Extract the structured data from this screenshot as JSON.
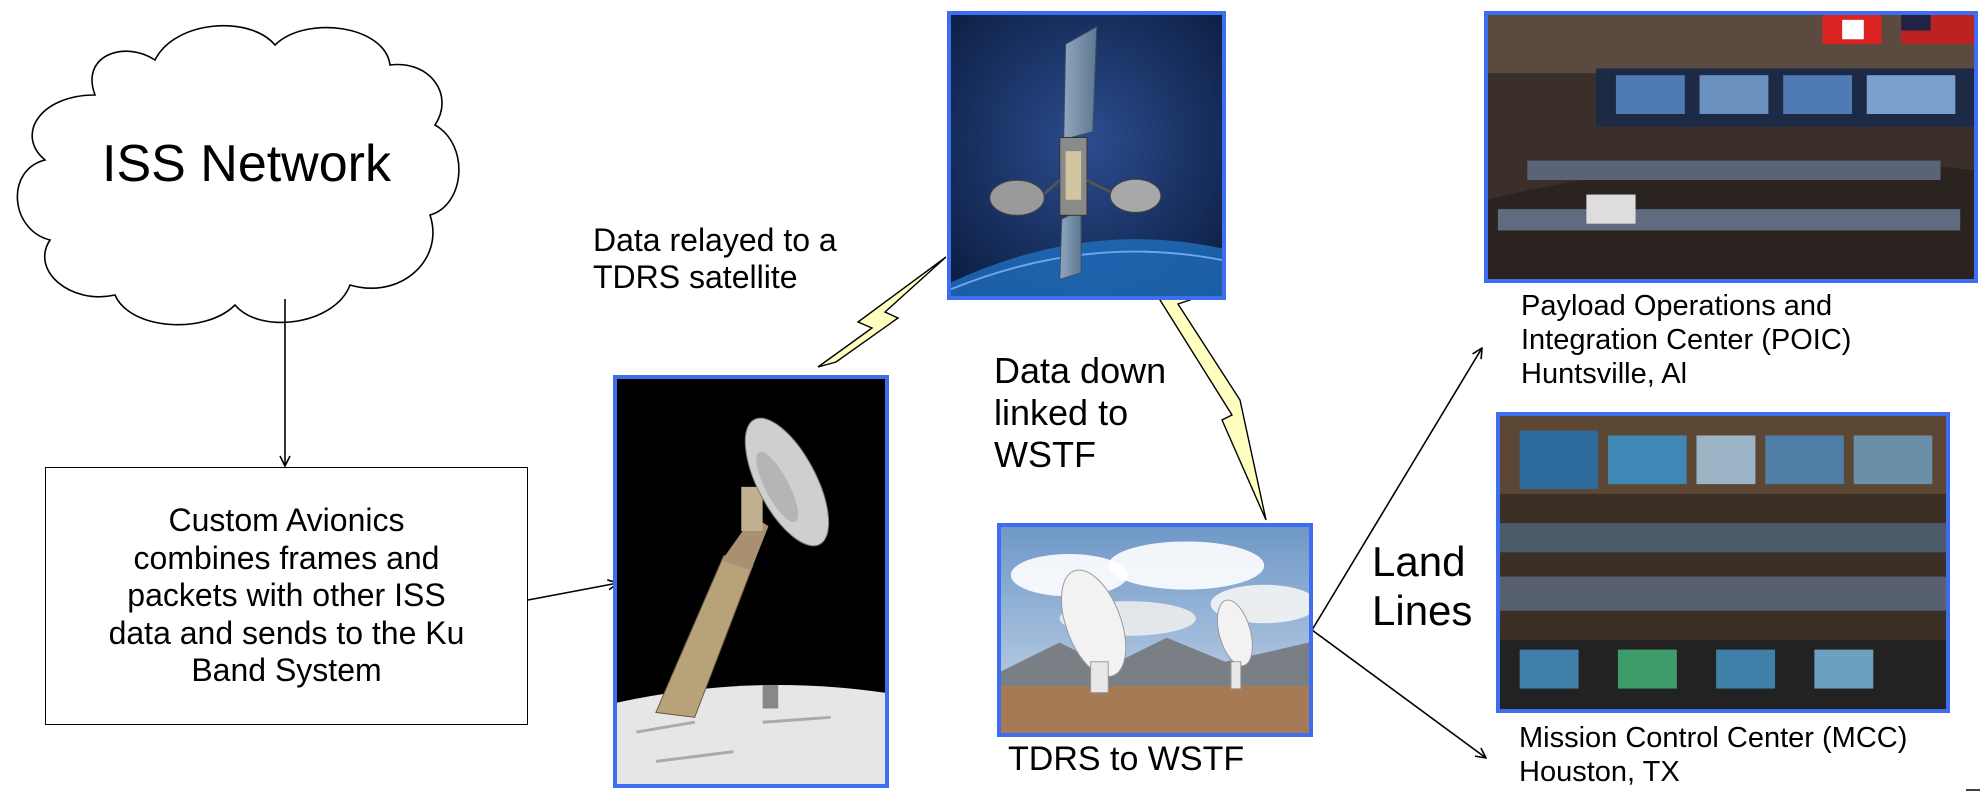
{
  "cloud": {
    "label": "ISS Network"
  },
  "avionics": {
    "text": "Custom Avionics\ncombines frames and\npackets with other ISS\ndata and sends to the Ku\nBand System"
  },
  "relay_label": "Data relayed to a\nTDRS satellite",
  "downlink_label": "Data down\nlinked to\nWSTF",
  "land_lines_label": "Land\nLines",
  "tdrs_wstf_caption": "TDRS to WSTF",
  "poic": {
    "caption": "Payload Operations and\nIntegration Center (POIC)\nHuntsville, Al"
  },
  "mcc": {
    "caption": "Mission Control Center (MCC)\nHouston, TX"
  },
  "colors": {
    "photo_border": "#3f6df2",
    "lightning_fill": "#ffffc0"
  }
}
